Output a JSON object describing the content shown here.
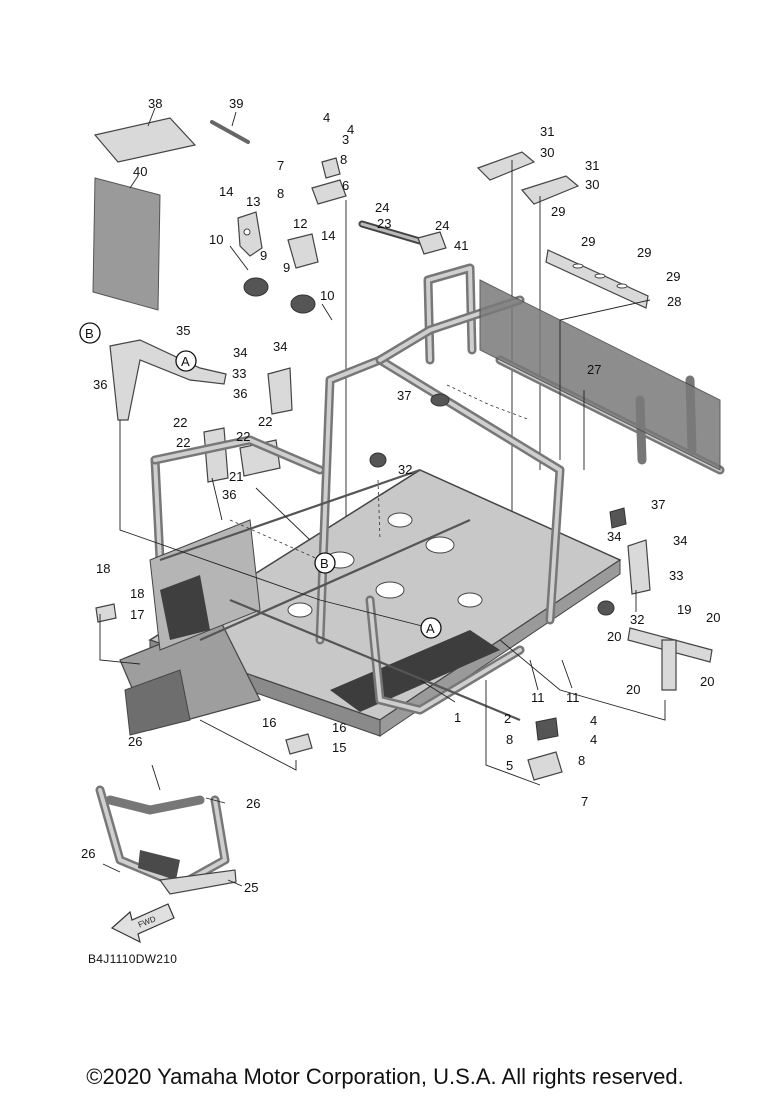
{
  "diagram": {
    "part_numbers": [
      "1",
      "2",
      "3",
      "4",
      "5",
      "6",
      "7",
      "8",
      "9",
      "10",
      "11",
      "12",
      "13",
      "14",
      "15",
      "16",
      "17",
      "18",
      "19",
      "20",
      "21",
      "22",
      "23",
      "24",
      "25",
      "26",
      "27",
      "28",
      "29",
      "30",
      "31",
      "32",
      "33",
      "34",
      "35",
      "36",
      "37",
      "38",
      "39",
      "40",
      "41"
    ],
    "callouts": [
      "A",
      "B"
    ],
    "fwd_arrow_text": "FWD",
    "drawing_code": "B4J1110DW210"
  },
  "footer": {
    "copyright": "©2020 Yamaha Motor Corporation, U.S.A. All rights reserved."
  }
}
